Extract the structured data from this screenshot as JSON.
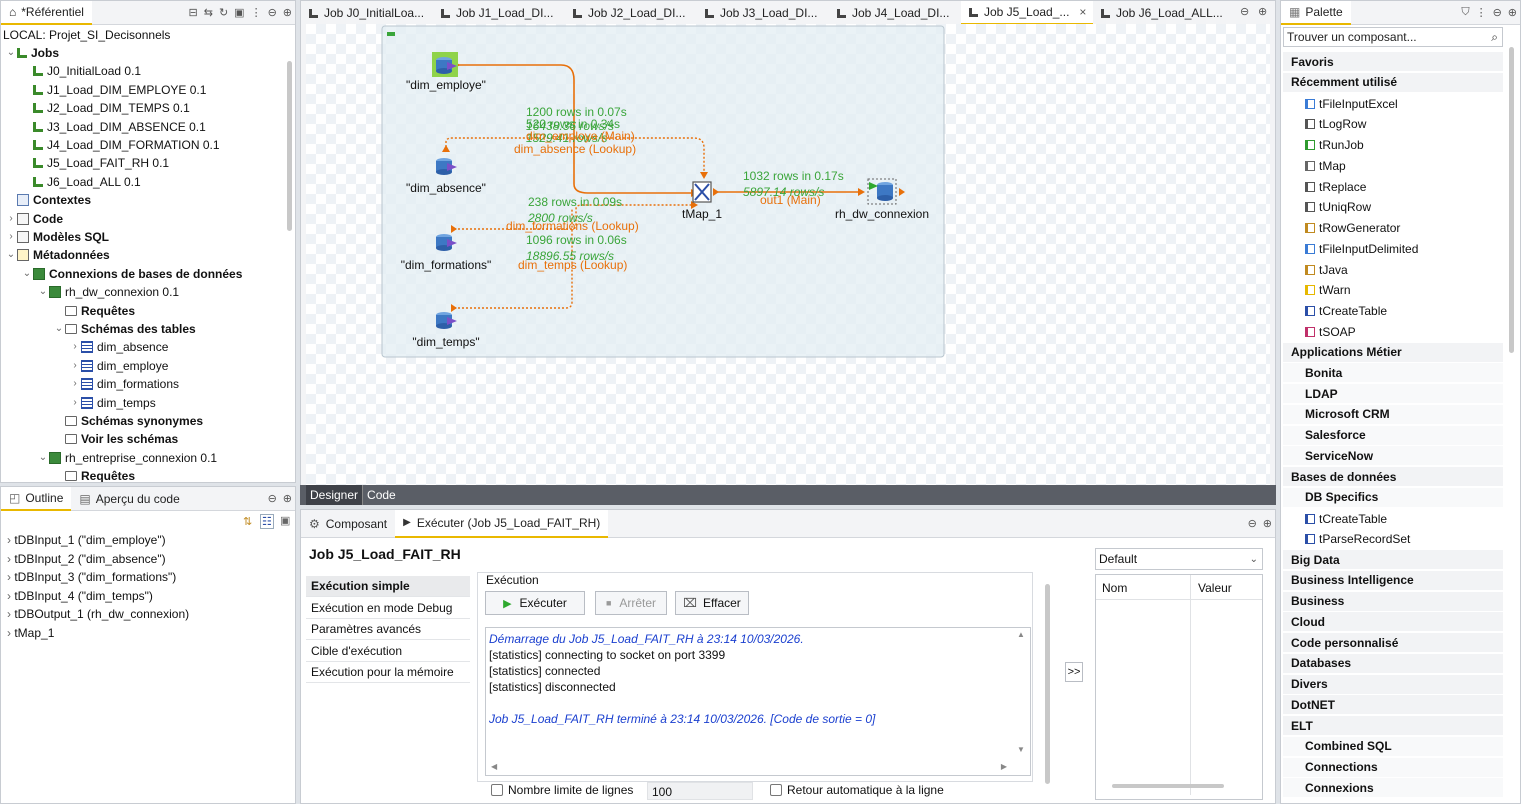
{
  "repo": {
    "title": "*Référentiel",
    "project": "LOCAL: Projet_SI_Decisonnels",
    "items": [
      {
        "label": "Jobs",
        "bold": true,
        "level": 0,
        "tw": "v",
        "icon": "ic-job"
      },
      {
        "label": "J0_InitialLoad 0.1",
        "level": 1,
        "tw": "",
        "icon": "ic-job"
      },
      {
        "label": "J1_Load_DIM_EMPLOYE 0.1",
        "level": 1,
        "tw": "",
        "icon": "ic-job"
      },
      {
        "label": "J2_Load_DIM_TEMPS 0.1",
        "level": 1,
        "tw": "",
        "icon": "ic-job"
      },
      {
        "label": "J3_Load_DIM_ABSENCE 0.1",
        "level": 1,
        "tw": "",
        "icon": "ic-job"
      },
      {
        "label": "J4_Load_DIM_FORMATION 0.1",
        "level": 1,
        "tw": "",
        "icon": "ic-job"
      },
      {
        "label": "J5_Load_FAIT_RH 0.1",
        "level": 1,
        "tw": "",
        "icon": "ic-job"
      },
      {
        "label": "J6_Load_ALL 0.1",
        "level": 1,
        "tw": "",
        "icon": "ic-job"
      },
      {
        "label": "Contextes",
        "bold": true,
        "level": 0,
        "tw": "",
        "icon": "ic-ctx"
      },
      {
        "label": "Code",
        "bold": true,
        "level": 0,
        "tw": ">",
        "icon": "ic-code"
      },
      {
        "label": "Modèles SQL",
        "bold": true,
        "level": 0,
        "tw": ">",
        "icon": "ic-code"
      },
      {
        "label": "Métadonnées",
        "bold": true,
        "level": 0,
        "tw": "v",
        "icon": "ic-meta"
      },
      {
        "label": "Connexions de bases de données",
        "bold": true,
        "level": 1,
        "tw": "v",
        "icon": "ic-db"
      },
      {
        "label": "rh_dw_connexion 0.1",
        "level": 2,
        "tw": "v",
        "icon": "ic-db"
      },
      {
        "label": "Requêtes",
        "bold": true,
        "level": 3,
        "tw": "",
        "icon": "ic-fold"
      },
      {
        "label": "Schémas des tables",
        "bold": true,
        "level": 3,
        "tw": "v",
        "icon": "ic-fold"
      },
      {
        "label": "dim_absence",
        "level": 4,
        "tw": ">",
        "icon": "ic-grid"
      },
      {
        "label": "dim_employe",
        "level": 4,
        "tw": ">",
        "icon": "ic-grid"
      },
      {
        "label": "dim_formations",
        "level": 4,
        "tw": ">",
        "icon": "ic-grid"
      },
      {
        "label": "dim_temps",
        "level": 4,
        "tw": ">",
        "icon": "ic-grid"
      },
      {
        "label": "Schémas synonymes",
        "bold": true,
        "level": 3,
        "tw": "",
        "icon": "ic-fold"
      },
      {
        "label": "Voir les schémas",
        "bold": true,
        "level": 3,
        "tw": "",
        "icon": "ic-fold"
      },
      {
        "label": "rh_entreprise_connexion 0.1",
        "level": 2,
        "tw": "v",
        "icon": "ic-db"
      },
      {
        "label": "Requêtes",
        "bold": true,
        "level": 3,
        "tw": "",
        "icon": "ic-fold"
      }
    ]
  },
  "outline": {
    "tab_outline": "Outline",
    "tab_code": "Aperçu du code",
    "items": [
      "tDBInput_1 (\"dim_employe\")",
      "tDBInput_2 (\"dim_absence\")",
      "tDBInput_3 (\"dim_formations\")",
      "tDBInput_4 (\"dim_temps\")",
      "tDBOutput_1 (rh_dw_connexion)",
      "tMap_1"
    ]
  },
  "editor": {
    "tabs": [
      "Job J0_InitialLoa...",
      "Job J1_Load_DI...",
      "Job J2_Load_DI...",
      "Job J3_Load_DI...",
      "Job J4_Load_DI...",
      "Job J5_Load_...",
      "Job J6_Load_ALL..."
    ],
    "active_index": 5,
    "bottom_tabs": [
      "Designer",
      "Code"
    ]
  },
  "diagram": {
    "nodes": {
      "employe": "\"dim_employe\"",
      "absence": "\"dim_absence\"",
      "formations": "\"dim_formations\"",
      "temps": "\"dim_temps\"",
      "tmap": "tMap_1",
      "output": "rh_dw_connexion"
    },
    "links": {
      "employe_rows": "1200 rows in 0.07s",
      "employe_rate": "16438.36 rows/s",
      "employe_label": "dim_employe (Main)",
      "absence_rows": "520 rows in 0.34s",
      "absence_rate": "1529.41 rows/s",
      "absence_label": "dim_absence (Lookup)",
      "formations_rows": "238 rows in 0.09s",
      "formations_rate": "2800 rows/s",
      "formations_label": "dim_formations (Lookup)",
      "temps_rows": "1096 rows in 0.06s",
      "temps_rate": "18896.55 rows/s",
      "temps_label": "dim_temps (Lookup)",
      "out_rows": "1032 rows in 0.17s",
      "out_rate": "5897.14 rows/s",
      "out_label": "out1 (Main)"
    }
  },
  "run": {
    "tab_component": "Composant",
    "tab_run": "Exécuter (Job J5_Load_FAIT_RH)",
    "job_title": "Job J5_Load_FAIT_RH",
    "side": [
      "Exécution simple",
      "Exécution en mode Debug",
      "Paramètres avancés",
      "Cible d'exécution",
      "Exécution pour la mémoire"
    ],
    "group": "Exécution",
    "btn_run": "Exécuter",
    "btn_stop": "Arrêter",
    "btn_clear": "Effacer",
    "console": [
      {
        "text": "Démarrage du Job J5_Load_FAIT_RH à 23:14 10/03/2026.",
        "style": "info"
      },
      {
        "text": "[statistics] connecting to socket on port 3399",
        "style": "plain"
      },
      {
        "text": "[statistics] connected",
        "style": "plain"
      },
      {
        "text": "[statistics] disconnected",
        "style": "plain"
      },
      {
        "text": "",
        "style": "plain"
      },
      {
        "text": "Job J5_Load_FAIT_RH terminé à 23:14 10/03/2026. [Code de sortie  = 0]",
        "style": "info"
      }
    ],
    "limit_label": "Nombre limite de lignes",
    "limit_value": "100",
    "wrap_label": "Retour automatique à la ligne",
    "ctx_select": "Default",
    "ctx_col_name": "Nom",
    "ctx_col_value": "Valeur",
    "expand": ">>"
  },
  "palette": {
    "title": "Palette",
    "search_placeholder": "Trouver un composant...",
    "rows": [
      {
        "t": "cat",
        "label": "Favoris"
      },
      {
        "t": "cat",
        "label": "Récemment utilisé"
      },
      {
        "t": "cmp",
        "label": "tFileInputExcel",
        "color": "#3a7bd5"
      },
      {
        "t": "cmp",
        "label": "tLogRow",
        "color": "#555555"
      },
      {
        "t": "cmp",
        "label": "tRunJob",
        "color": "#2e9a2e"
      },
      {
        "t": "cmp",
        "label": "tMap",
        "color": "#666666"
      },
      {
        "t": "cmp",
        "label": "tReplace",
        "color": "#555555"
      },
      {
        "t": "cmp",
        "label": "tUniqRow",
        "color": "#555555"
      },
      {
        "t": "cmp",
        "label": "tRowGenerator",
        "color": "#c08a20"
      },
      {
        "t": "cmp",
        "label": "tFileInputDelimited",
        "color": "#3a7bd5"
      },
      {
        "t": "cmp",
        "label": "tJava",
        "color": "#c08a20"
      },
      {
        "t": "cmp",
        "label": "tWarn",
        "color": "#e6b800"
      },
      {
        "t": "cmp",
        "label": "tCreateTable",
        "color": "#2b4fa8"
      },
      {
        "t": "cmp",
        "label": "tSOAP",
        "color": "#c0306a"
      },
      {
        "t": "cat",
        "label": "Applications Métier"
      },
      {
        "t": "sub",
        "label": "Bonita"
      },
      {
        "t": "sub",
        "label": "LDAP"
      },
      {
        "t": "sub",
        "label": "Microsoft CRM"
      },
      {
        "t": "sub",
        "label": "Salesforce"
      },
      {
        "t": "sub",
        "label": "ServiceNow"
      },
      {
        "t": "cat",
        "label": "Bases de données"
      },
      {
        "t": "sub",
        "label": "DB Specifics"
      },
      {
        "t": "cmp",
        "label": "tCreateTable",
        "color": "#2b4fa8"
      },
      {
        "t": "cmp",
        "label": "tParseRecordSet",
        "color": "#2b4fa8"
      },
      {
        "t": "cat",
        "label": "Big Data"
      },
      {
        "t": "cat",
        "label": "Business Intelligence"
      },
      {
        "t": "cat",
        "label": "Business"
      },
      {
        "t": "cat",
        "label": "Cloud"
      },
      {
        "t": "cat",
        "label": "Code personnalisé"
      },
      {
        "t": "cat",
        "label": "Databases"
      },
      {
        "t": "cat",
        "label": "Divers"
      },
      {
        "t": "cat",
        "label": "DotNET"
      },
      {
        "t": "cat",
        "label": "ELT"
      },
      {
        "t": "sub",
        "label": "Combined SQL"
      },
      {
        "t": "sub",
        "label": "Connections"
      },
      {
        "t": "sub",
        "label": "Connexions"
      }
    ]
  },
  "colors": {
    "flow_main": "#e8700a",
    "stats": "#3aa53a",
    "lookup": "#e8700a",
    "console_info": "#1a3fcf"
  }
}
